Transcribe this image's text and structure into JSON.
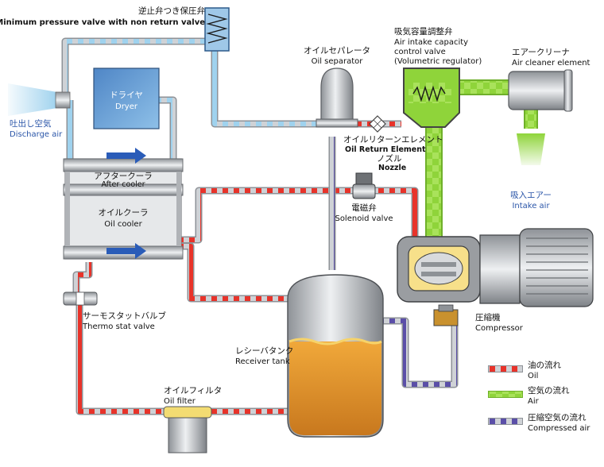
{
  "labels": {
    "min_pressure_valve": {
      "jp": "逆止弁つき保圧弁",
      "en": "Minimum pressure valve with non return valve"
    },
    "oil_separator": {
      "jp": "オイルセパレータ",
      "en": "Oil separator"
    },
    "intake_control_valve": {
      "jp": "吸気容量調整弁",
      "en1": "Air intake capacity",
      "en2": "control valve",
      "en3": "(Volumetric regulator)"
    },
    "air_cleaner": {
      "jp": "エアークリーナ",
      "en": "Air cleaner element"
    },
    "discharge_air": {
      "jp": "吐出し空気",
      "en": "Discharge air"
    },
    "dryer": {
      "jp": "ドライヤ",
      "en": "Dryer"
    },
    "after_cooler": {
      "jp": "アフタークーラ",
      "en": "After cooler"
    },
    "oil_cooler": {
      "jp": "オイルクーラ",
      "en": "Oil cooler"
    },
    "oil_return": {
      "jp": "オイルリターンエレメント",
      "en": "Oil Return Element",
      "nozzle_jp": "ノズル",
      "nozzle_en": "Nozzle"
    },
    "solenoid_valve": {
      "jp": "電磁弁",
      "en": "Solenoid valve"
    },
    "intake_air": {
      "jp": "吸入エアー",
      "en": "Intake air"
    },
    "thermo_valve": {
      "jp": "サーモスタットバルブ",
      "en": "Thermo stat valve"
    },
    "compressor": {
      "jp": "圧縮機",
      "en": "Compressor"
    },
    "receiver_tank": {
      "jp": "レシーバタンク",
      "en": "Receiver tank"
    },
    "oil_filter": {
      "jp": "オイルフィルタ",
      "en": "Oil filter"
    }
  },
  "legend": [
    {
      "jp": "油の流れ",
      "en": "Oil",
      "color": "#e8332a"
    },
    {
      "jp": "空気の流れ",
      "en": "Air",
      "color": "#8fd43a"
    },
    {
      "jp": "圧縮空気の流れ",
      "en": "Compressed air",
      "color": "#5b4fa8"
    }
  ],
  "colors": {
    "oil": "#e8332a",
    "air": "#8fd43a",
    "compressed_air": "#5b4fa8",
    "discharge_air": "#9fd2ee",
    "pipe": "#b9bcc0",
    "flow_arrow": "#2a5cb8"
  }
}
